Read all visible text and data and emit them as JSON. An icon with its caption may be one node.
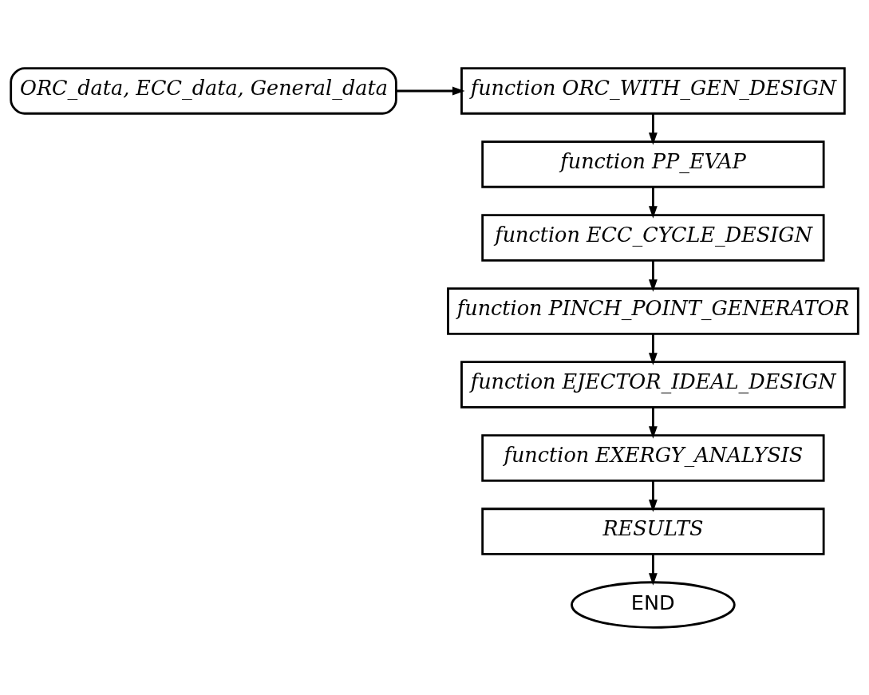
{
  "diagram": {
    "nodes": [
      {
        "text": [
          "ORC_data, ECC_data, General_data"
        ]
      },
      {
        "text": [
          "function ORC_WITH_GEN_DESIGN"
        ]
      },
      {
        "text": [
          "function PP_EVAP"
        ]
      },
      {
        "text": [
          "function ECC_CYCLE_DESIGN"
        ]
      },
      {
        "text": [
          "function PINCH_POINT_GENERATOR"
        ]
      },
      {
        "text": [
          "function EJECTOR_IDEAL_DESIGN"
        ]
      },
      {
        "text": [
          "function EXERGY_ANALYSIS"
        ]
      },
      {
        "text": [
          "RESULTS"
        ]
      },
      {
        "text": [
          "END"
        ]
      }
    ],
    "edges": [
      {
        "from": 0,
        "to": 1,
        "arrow": "to"
      },
      {
        "from": 1,
        "to": 2,
        "arrow": "to"
      },
      {
        "from": 2,
        "to": 3,
        "arrow": "to"
      },
      {
        "from": 3,
        "to": 4,
        "arrow": "to"
      },
      {
        "from": 4,
        "to": 5,
        "arrow": "to"
      },
      {
        "from": 5,
        "to": 6,
        "arrow": "to"
      },
      {
        "from": 6,
        "to": 7,
        "arrow": "to"
      },
      {
        "from": 7,
        "to": 8,
        "arrow": "to"
      }
    ]
  }
}
